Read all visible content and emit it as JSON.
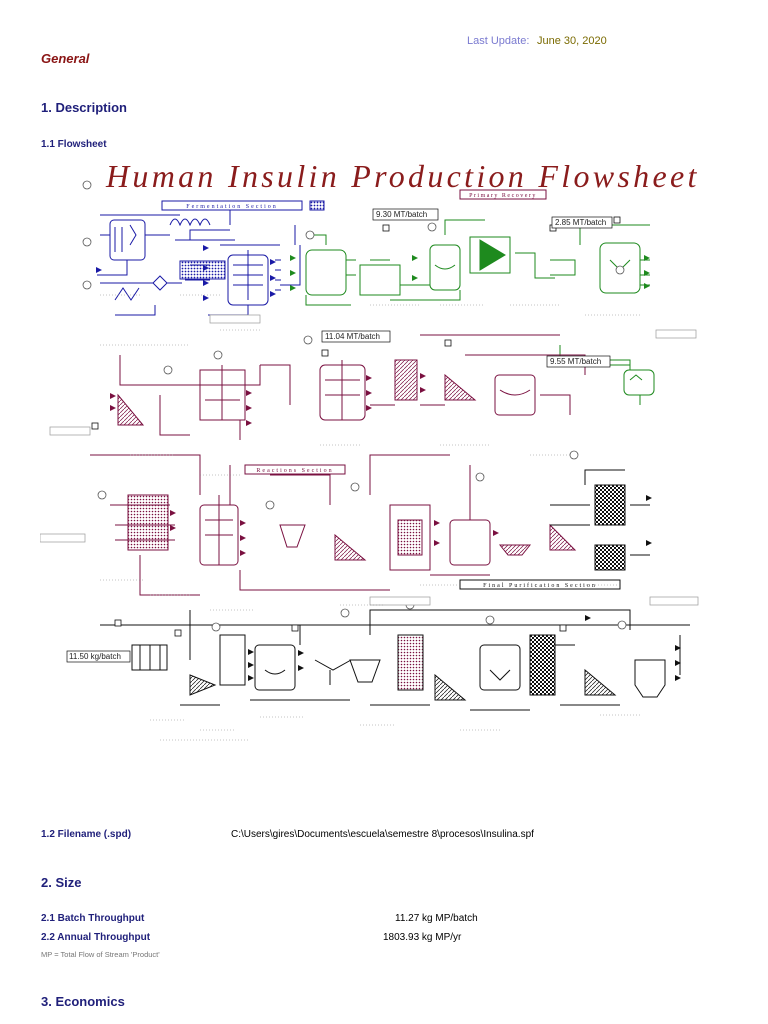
{
  "header": {
    "last_update_label": "Last Update:",
    "last_update_value": "June 30, 2020"
  },
  "section": "General",
  "description": {
    "title": "1. Description",
    "flowsheet_label": "1.1 Flowsheet",
    "flowsheet_title": "Human Insulin Production Flowsheet",
    "section_labels": [
      "Fermentation Section",
      "Primary Recovery",
      "Reactions Section",
      "Final Purification Section"
    ],
    "stream_badges": [
      "9.30 MT/batch",
      "2.85 MT/batch",
      "11.04 MT/batch",
      "9.55 MT/batch",
      "11.50 kg/batch"
    ],
    "filename_label": "1.2 Filename (.spd)",
    "filename_value": "C:\\Users\\gires\\Documents\\escuela\\semestre 8\\procesos\\Insulina.spf"
  },
  "size": {
    "title": "2. Size",
    "batch_label": "2.1 Batch Throughput",
    "batch_value": "11.27 kg MP/batch",
    "annual_label": "2.2 Annual Throughput",
    "annual_value": "1803.93 kg MP/yr",
    "note": "MP = Total Flow of Stream 'Product'"
  },
  "economics": {
    "title": "3. Economics"
  },
  "colors": {
    "fermentation": "#1a1aa6",
    "recovery": "#1e8a1e",
    "reactions": "#7a1040",
    "purification": "#111111",
    "title": "#8a1c1c"
  }
}
